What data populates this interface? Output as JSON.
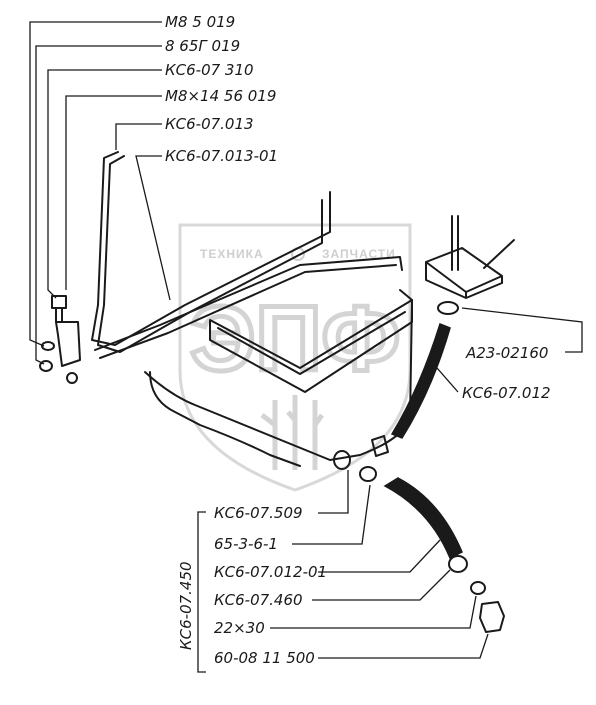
{
  "watermark": {
    "header": "ТЕХНИКА",
    "header_right": "ЗАПЧАСТИ",
    "logo": "ЭПФ"
  },
  "labels": {
    "m8_5_019": "М8 5 019",
    "b_65g_019": "8 65Г 019",
    "ksb_07_310": "КС6-07 310",
    "m8x14": "М8×14 56 019",
    "ksb_07_013": "КС6-07.013",
    "ksb_07_013_01": "КС6-07.013-01",
    "a23_02160": "А23-02160",
    "ksb_07_012": "КС6-07.012",
    "ksb_07_509": "КС6-07.509",
    "n65_3_6_1": "65-3-6-1",
    "ksb_07_012_01": "КС6-07.012-01",
    "ksb_07_460": "КС6-07.460",
    "n22x30": "22×30",
    "n60_08": "60-08 11 500",
    "assembly": "КС6-07.450"
  }
}
